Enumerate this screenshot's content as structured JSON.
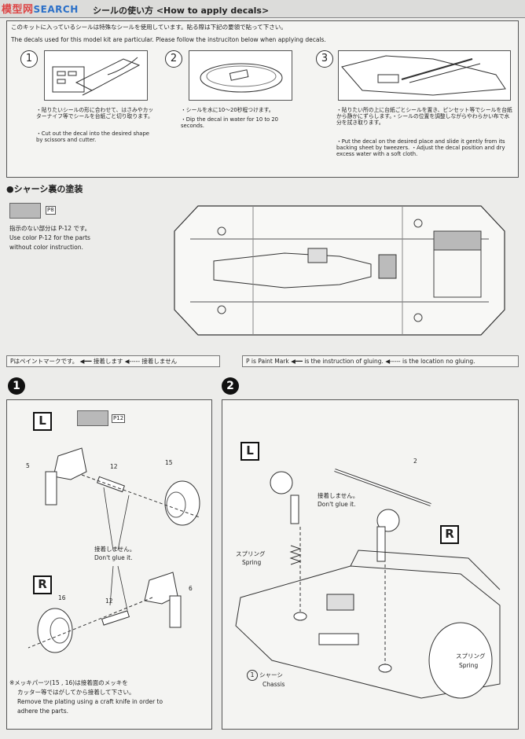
{
  "watermark": {
    "part1": "模型网",
    "part2": "SEARCH"
  },
  "decals": {
    "title": "シールの使い方 <How to apply decals>",
    "intro_jp": "このキットに入っているシールは特殊なシールを使用しています。貼る際は下記の要領で貼って下さい。",
    "intro_en": "The decals used for this model kit are particular. Please follow the instruciton below when applying decals.",
    "steps": [
      {
        "num": "1",
        "jp": "・貼りたいシールの形に合わせて、はさみやカッターナイフ等でシールを台紙ごと切り取ります。",
        "en": "・Cut out the decal into the desired shape by scissors and cutter."
      },
      {
        "num": "2",
        "jp": "・シールを水に10〜20秒程つけます。",
        "en": "・Dip the decal in water for 10 to 20 seconds."
      },
      {
        "num": "3",
        "jp": "・貼りたい所の上に台紙ごとシールを置き、ピンセット等でシールを台紙から静かにずらします。・シールの位置を調整しながらやわらかい布で水分を拭き取ります。",
        "en": "・Put the decal on the desired place and slide it gently from its backing sheet by tweezers. ・Adjust the decal position and dry excess water with a soft cloth."
      }
    ]
  },
  "chassis": {
    "title": "●シャーシ裏の塗装",
    "swatch_mark": "8",
    "note_jp": "指示のない部分は P-12 です。",
    "note_en1": "Use color P-12 for the parts",
    "note_en2": "without color instruction."
  },
  "legend": {
    "jp": "Pはペイントマークです。 ◀━━ 接着します ◀----- 接着しません",
    "en": "P is Paint Mark ◀━━ is the instruction of gluing. ◀----- is the location no gluing."
  },
  "step1": {
    "num": "1",
    "left_label": "L",
    "right_label": "R",
    "swatch_mark": "12",
    "parts": {
      "p5": "5",
      "p12a": "12",
      "p15": "15",
      "p16": "16",
      "p12b": "12",
      "p6": "6"
    },
    "noglue_jp": "接着しません。",
    "noglue_en": "Don't glue it.",
    "note_jp1": "※メッキパーツ(15 , 16)は接着面のメッキを",
    "note_jp2": "カッター等ではがしてから接着して下さい。",
    "note_en1": "Remove the plating using a craft knife in order to",
    "note_en2": "adhere the parts."
  },
  "step2": {
    "num": "2",
    "left_label": "L",
    "right_label": "R",
    "part2": "2",
    "noglue_jp": "接着しません。",
    "noglue_en": "Don't glue it.",
    "spring_jp": "スプリング",
    "spring_en": "Spring",
    "spring2_jp": "スプリング",
    "spring2_en": "Spring",
    "chassis_num": "1",
    "chassis_jp": "シャーシ",
    "chassis_en": "Chassis"
  },
  "colors": {
    "accent": "#2b70c8",
    "watermark": "#d44444",
    "swatch": "#b9b9b9"
  }
}
